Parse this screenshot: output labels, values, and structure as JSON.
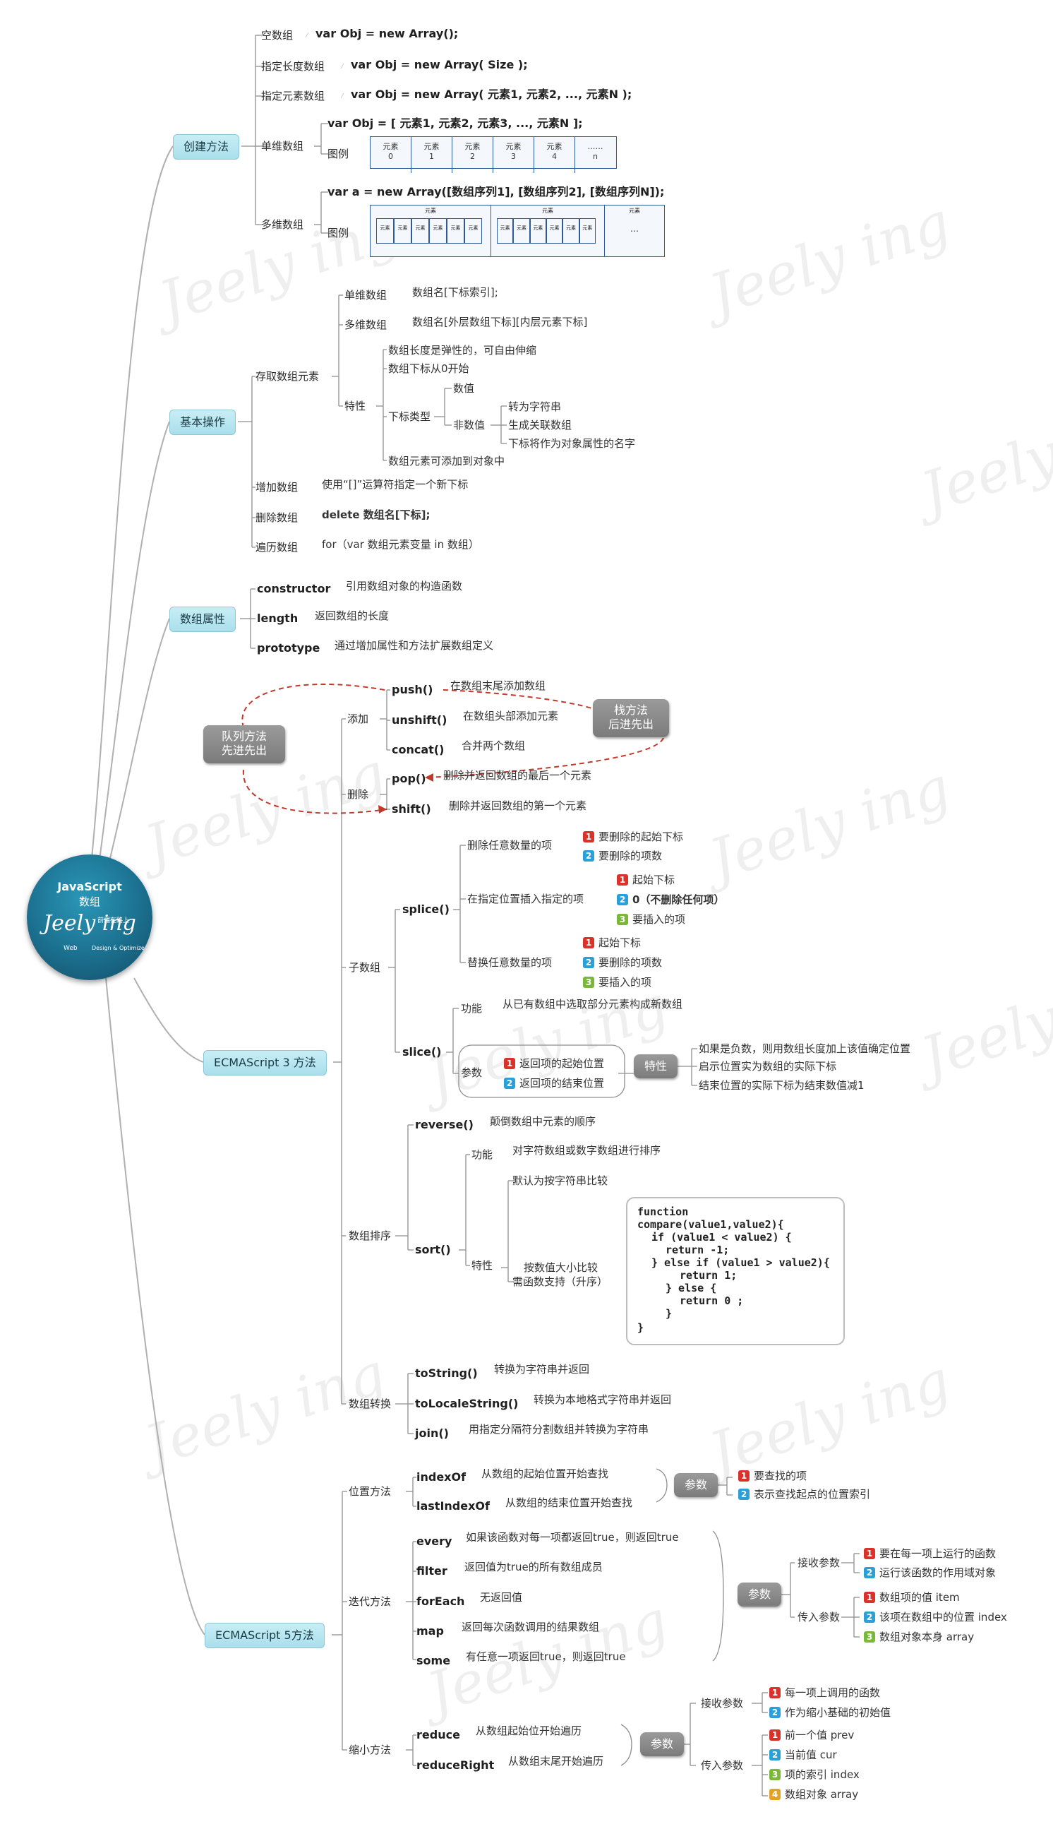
{
  "center": {
    "title": "JavaScript",
    "subtitle": "数组",
    "logo": "Jeely ing",
    "tag": "前端在路上",
    "web": "Web",
    "design": "Design & Optimize"
  },
  "watermark": "Jeely ing",
  "colors": {
    "category_fill": "#b4e4ef",
    "gray_box": "#8a8a8a",
    "center": "#1b6f8e",
    "dash": "#c0392b",
    "num1": "#d9322b",
    "num2": "#2a9fd8",
    "num3": "#7ab83a",
    "num4": "#e5a324"
  },
  "create": {
    "label": "创建方法",
    "empty": {
      "label": "空数组",
      "code": "var Obj = new Array();"
    },
    "size": {
      "label": "指定长度数组",
      "code": "var Obj = new Array( Size );"
    },
    "elements": {
      "label": "指定元素数组",
      "code": "var Obj = new Array( 元素1, 元素2, ..., 元素N );"
    },
    "single": {
      "label": "单维数组",
      "code": "var Obj = [ 元素1, 元素2, 元素3, ..., 元素N ];",
      "example": "图例",
      "cells": [
        {
          "t": "元素",
          "i": "0"
        },
        {
          "t": "元素",
          "i": "1"
        },
        {
          "t": "元素",
          "i": "2"
        },
        {
          "t": "元素",
          "i": "3"
        },
        {
          "t": "元素",
          "i": "4"
        },
        {
          "t": "……",
          "i": "n"
        }
      ]
    },
    "multi": {
      "label": "多维数组",
      "code": "var a = new Array([数组序列1], [数组序列2], [数组序列N]);",
      "example": "图例",
      "outer": "元素",
      "inner": "元素",
      "dots": "…"
    }
  },
  "basic": {
    "label": "基本操作",
    "access": {
      "label": "存取数组元素",
      "single": {
        "label": "单维数组",
        "text": "数组名[下标索引];"
      },
      "multi": {
        "label": "多维数组",
        "text": "数组名[外层数组下标][内层元素下标]"
      },
      "feature": {
        "label": "特性",
        "elastic": "数组长度是弹性的，可自由伸缩",
        "zero": "数组下标从0开始",
        "index_type": {
          "label": "下标类型",
          "numeric": "数值",
          "non_numeric": "非数值",
          "items": [
            "转为字符串",
            "生成关联数组",
            "下标将作为对象属性的名字"
          ]
        },
        "add_obj": "数组元素可添加到对象中"
      }
    },
    "add": {
      "label": "增加数组",
      "text": "使用“[]”运算符指定一个新下标"
    },
    "delete": {
      "label": "删除数组",
      "text": "delete 数组名[下标];"
    },
    "iterate": {
      "label": "遍历数组",
      "text": "for（var 数组元素变量 in 数组）"
    }
  },
  "props": {
    "label": "数组属性",
    "items": [
      {
        "name": "constructor",
        "desc": "引用数组对象的构造函数"
      },
      {
        "name": "length",
        "desc": "返回数组的长度"
      },
      {
        "name": "prototype",
        "desc": "通过增加属性和方法扩展数组定义"
      }
    ]
  },
  "queue": {
    "line1": "队列方法",
    "line2": "先进先出"
  },
  "stack": {
    "line1": "栈方法",
    "line2": "后进先出"
  },
  "es3": {
    "label": "ECMAScript 3 方法",
    "add": {
      "label": "添加",
      "items": [
        {
          "name": "push()",
          "desc": "在数组末尾添加数组"
        },
        {
          "name": "unshift()",
          "desc": "在数组头部添加元素"
        },
        {
          "name": "concat()",
          "desc": "合并两个数组"
        }
      ]
    },
    "remove": {
      "label": "删除",
      "items": [
        {
          "name": "pop()",
          "desc": "删除并返回数组的最后一个元素"
        },
        {
          "name": "shift()",
          "desc": "删除并返回数组的第一个元素"
        }
      ]
    },
    "sub": {
      "label": "子数组",
      "splice": {
        "name": "splice()",
        "del": {
          "label": "删除任意数量的项",
          "items": [
            "要删除的起始下标",
            "要删除的项数"
          ]
        },
        "ins": {
          "label": "在指定位置插入指定的项",
          "items": [
            "起始下标",
            "0（不删除任何项）",
            "要插入的项"
          ]
        },
        "rep": {
          "label": "替换任意数量的项",
          "items": [
            "起始下标",
            "要删除的项数",
            "要插入的项"
          ]
        }
      },
      "slice": {
        "name": "slice()",
        "func_label": "功能",
        "func": "从已有数组中选取部分元素构成新数组",
        "param_label": "参数",
        "params": [
          "返回项的起始位置",
          "返回项的结束位置"
        ],
        "feature_label": "特性",
        "features": [
          "如果是负数，则用数组长度加上该值确定位置",
          "启示位置实为数组的实际下标",
          "结束位置的实际下标为结束数值减1"
        ]
      }
    },
    "sort_group": {
      "label": "数组排序",
      "reverse": {
        "name": "reverse()",
        "desc": "颠倒数组中元素的顺序"
      },
      "sort": {
        "name": "sort()",
        "func_label": "功能",
        "func": "对字符数组或数字数组进行排序",
        "feature_label": "特性",
        "default": "默认为按字符串比较",
        "numeric1": "按数值大小比较",
        "numeric2": "需函数支持（升序）",
        "code": [
          "function",
          "compare(value1,value2){",
          "  if (value1 < value2) {",
          "    return -1;",
          "  } else if (value1 > value2){",
          "      return 1;",
          "    } else {",
          "      return 0 ;",
          "    }",
          "}"
        ]
      }
    },
    "convert": {
      "label": "数组转换",
      "items": [
        {
          "name": "toString()",
          "desc": "转换为字符串并返回"
        },
        {
          "name": "toLocaleString()",
          "desc": "转换为本地格式字符串并返回"
        },
        {
          "name": "join()",
          "desc": "用指定分隔符分割数组并转换为字符串"
        }
      ]
    }
  },
  "es5": {
    "label": "ECMAScript  5方法",
    "position": {
      "label": "位置方法",
      "items": [
        {
          "name": "indexOf",
          "desc": "从数组的起始位置开始查找"
        },
        {
          "name": "lastIndexOf",
          "desc": "从数组的结束位置开始查找"
        }
      ],
      "param_label": "参数",
      "params": [
        "要查找的项",
        "表示查找起点的位置索引"
      ]
    },
    "iter": {
      "label": "迭代方法",
      "items": [
        {
          "name": "every",
          "desc": "如果该函数对每一项都返回true，则返回true"
        },
        {
          "name": "filter",
          "desc": "返回值为true的所有数组成员"
        },
        {
          "name": "forEach",
          "desc": "无返回值"
        },
        {
          "name": "map",
          "desc": "返回每次函数调用的结果数组"
        },
        {
          "name": "some",
          "desc": "有任意一项返回true，则返回true"
        }
      ],
      "param_label": "参数",
      "recv_label": "接收参数",
      "recv": [
        "要在每一项上运行的函数",
        "运行该函数的作用域对象"
      ],
      "pass_label": "传入参数",
      "pass": [
        "数组项的值 item",
        "该项在数组中的位置 index",
        "数组对象本身 array"
      ]
    },
    "reduce": {
      "label": "缩小方法",
      "items": [
        {
          "name": "reduce",
          "desc": "从数组起始位开始遍历"
        },
        {
          "name": "reduceRight",
          "desc": "从数组末尾开始遍历"
        }
      ],
      "param_label": "参数",
      "recv_label": "接收参数",
      "recv": [
        "每一项上调用的函数",
        "作为缩小基础的初始值"
      ],
      "pass_label": "传入参数",
      "pass": [
        "前一个值 prev",
        "当前值 cur",
        "项的索引 index",
        "数组对象 array"
      ]
    }
  }
}
